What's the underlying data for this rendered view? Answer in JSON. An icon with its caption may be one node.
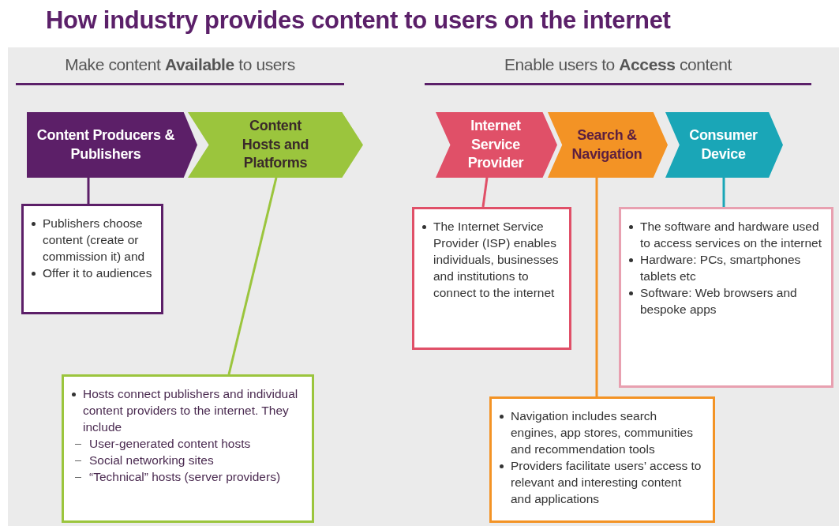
{
  "diagram": {
    "title": "How industry provides content to users on the internet",
    "nodes": [
      {
        "text": [
          "Content Producers & Publishers"
        ]
      },
      {
        "text": [
          "Content Hosts and Platforms"
        ]
      },
      {
        "text": [
          "Internet Service Provider"
        ]
      },
      {
        "text": [
          "Search & Navigation"
        ]
      },
      {
        "text": [
          "Consumer Device"
        ]
      },
      {
        "text": [
          "Publishers choose content (create or commission it) and",
          "Offer it to audiences"
        ]
      },
      {
        "text": [
          "Hosts connect publishers and individual content providers to the internet. They include",
          "User-generated content hosts",
          "Social networking sites",
          "“Technical” hosts (server providers)"
        ]
      },
      {
        "text": [
          "The Internet Service Provider (ISP) enables individuals, businesses and institutions to connect to the internet"
        ]
      },
      {
        "text": [
          "Navigation includes search engines, app stores, communities and recommendation tools",
          "Providers facilitate users’ access to relevant and interesting content and applications"
        ]
      },
      {
        "text": [
          "The software and hardware used to access services on the internet",
          "Hardware: PCs, smartphones tablets etc",
          "Software: Web browsers and bespoke apps"
        ]
      }
    ],
    "edges": [
      {
        "from": 0,
        "to": 5,
        "arrow": "none",
        "color": "#5c1f68"
      },
      {
        "from": 1,
        "to": 6,
        "arrow": "none",
        "color": "#9bc53d"
      },
      {
        "from": 2,
        "to": 7,
        "arrow": "none",
        "color": "#e05068"
      },
      {
        "from": 3,
        "to": 8,
        "arrow": "none",
        "color": "#f39325"
      },
      {
        "from": 4,
        "to": 9,
        "arrow": "none",
        "color": "#1aa6b7"
      }
    ],
    "labels": [
      "Make content **Available** to users",
      "Enable users to **Access** content"
    ]
  }
}
